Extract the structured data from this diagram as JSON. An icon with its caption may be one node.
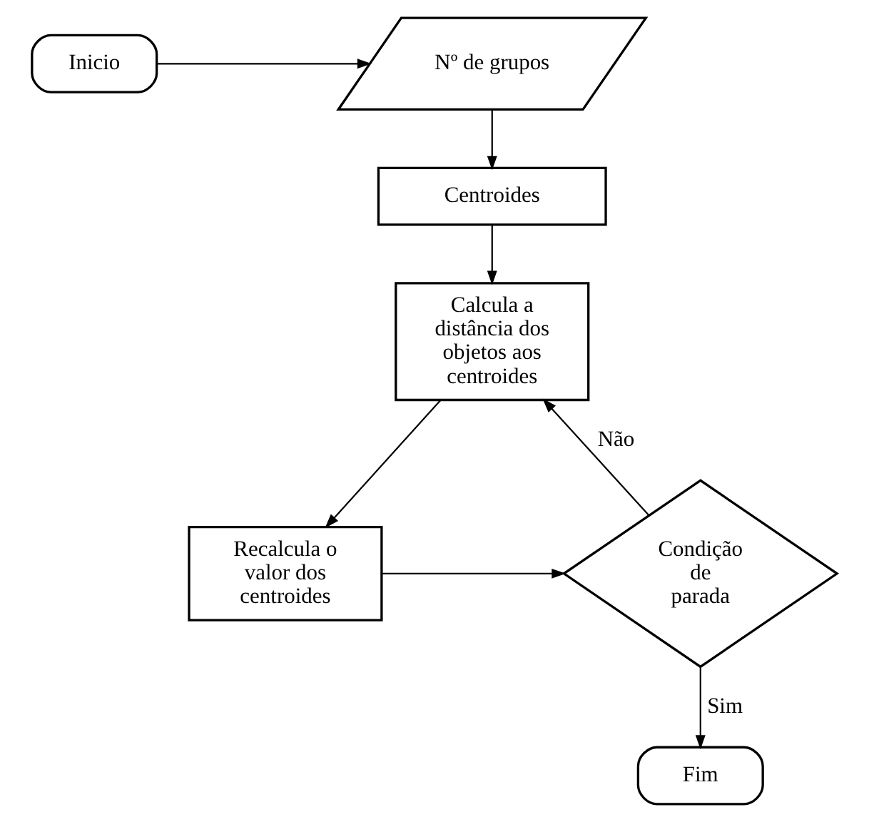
{
  "diagram": {
    "nodes": [
      {
        "text": [
          "Nº de grupos"
        ]
      },
      {
        "text": [
          "Inicio"
        ]
      },
      {
        "text": [
          "Centroides"
        ]
      },
      {
        "text": [
          "Calcula a distância dos objetos aos centroides"
        ]
      },
      {
        "text": [
          "Condição de parada"
        ]
      },
      {
        "text": [
          "Recalcula o valor dos centroides"
        ]
      },
      {
        "text": [
          "Fim"
        ]
      }
    ],
    "edges": [
      {
        "from": 1,
        "to": 0,
        "arrow": "to"
      },
      {
        "from": 0,
        "to": 2,
        "arrow": "to"
      },
      {
        "from": 2,
        "to": 3,
        "arrow": "to"
      },
      {
        "from": 3,
        "to": 5,
        "arrow": "to"
      },
      {
        "from": 5,
        "to": 4,
        "arrow": "to"
      },
      {
        "from": 4,
        "to": 3,
        "arrow": "to",
        "label": "Não"
      },
      {
        "from": 4,
        "to": 6,
        "arrow": "to",
        "label": "Sim"
      }
    ]
  }
}
